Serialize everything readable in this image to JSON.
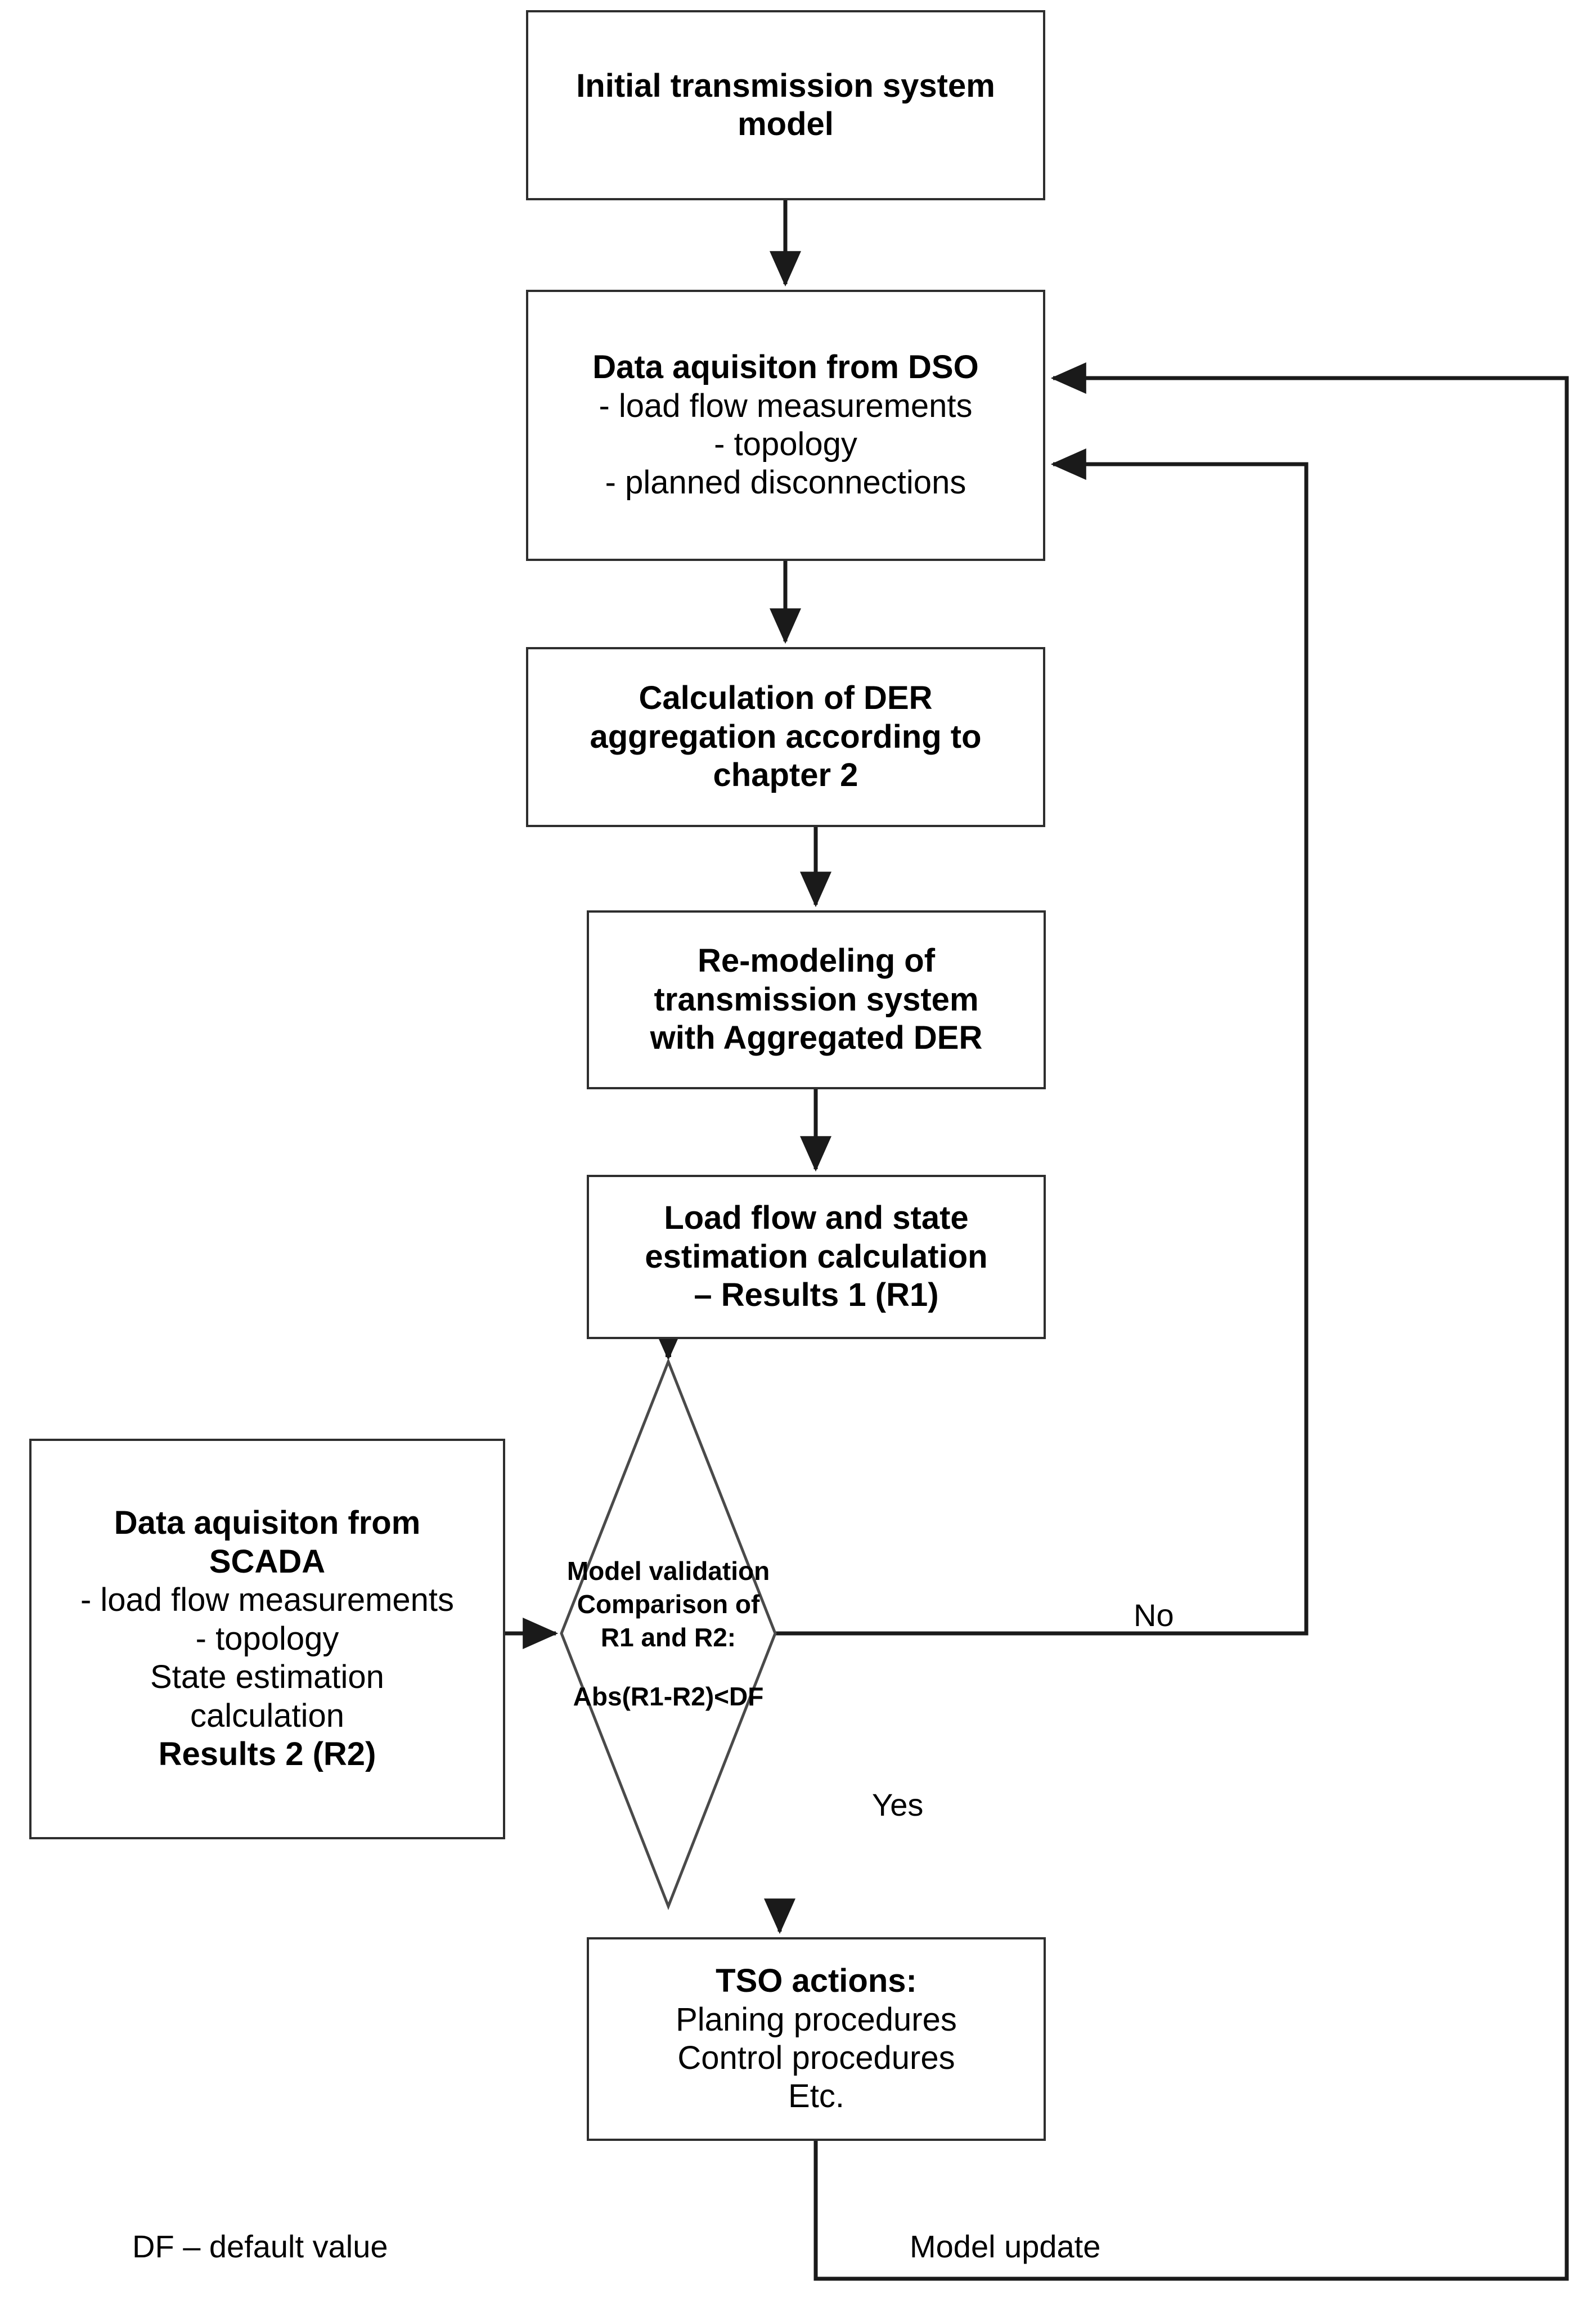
{
  "diagram": {
    "title": "TSO model validation flowchart with DER aggregation",
    "stroke_color": "#2e2e2e",
    "background_color": "#ffffff",
    "text_color": "#000000"
  },
  "nodes": {
    "initial_model": {
      "shape": "process",
      "lines": [
        {
          "text": "Initial transmission system",
          "bold": true
        },
        {
          "text": "model",
          "bold": true
        }
      ]
    },
    "dso": {
      "shape": "process",
      "lines": [
        {
          "text": "Data aquisiton from DSO",
          "bold": true
        },
        {
          "text": "- load flow measurements",
          "bold": false
        },
        {
          "text": "- topology",
          "bold": false
        },
        {
          "text": "- planned disconnections",
          "bold": false
        }
      ]
    },
    "der_calc": {
      "shape": "process",
      "lines": [
        {
          "text": "Calculation of DER",
          "bold": true
        },
        {
          "text": "aggregation according to",
          "bold": true
        },
        {
          "text": "chapter 2",
          "bold": true
        }
      ]
    },
    "remodeling": {
      "shape": "process",
      "lines": [
        {
          "text": "Re-modeling of",
          "bold": true
        },
        {
          "text": "transmission system",
          "bold": true
        },
        {
          "text": "with Aggregated DER",
          "bold": true
        }
      ]
    },
    "loadflow": {
      "shape": "process",
      "lines": [
        {
          "text": "Load flow and state",
          "bold": true
        },
        {
          "text": "estimation calculation",
          "bold": true
        },
        {
          "text": "– Results 1 (R1)",
          "bold": true
        }
      ]
    },
    "scada": {
      "shape": "process",
      "lines": [
        {
          "text": "Data aquisiton from",
          "bold": true
        },
        {
          "text": "SCADA",
          "bold": true
        },
        {
          "text": "- load flow measurements",
          "bold": false
        },
        {
          "text": "- topology",
          "bold": false
        },
        {
          "text": "State estimation",
          "bold": false
        },
        {
          "text": "calculation",
          "bold": false
        },
        {
          "text": "Results 2 (R2)",
          "bold": true
        }
      ]
    },
    "decision": {
      "shape": "diamond",
      "lines": [
        {
          "text": "Model validation",
          "bold": true
        },
        {
          "text": "Comparison of",
          "bold": true
        },
        {
          "text": "R1 and R2:",
          "bold": true
        },
        {
          "text": "",
          "bold": true
        },
        {
          "text": "Abs(R1-R2)<DF",
          "bold": true
        }
      ]
    },
    "tso": {
      "shape": "process",
      "lines": [
        {
          "text": "TSO actions:",
          "bold": true
        },
        {
          "text": "Planing procedures",
          "bold": false
        },
        {
          "text": "Control procedures",
          "bold": false
        },
        {
          "text": "Etc.",
          "bold": false
        }
      ]
    }
  },
  "edge_labels": {
    "no": "No",
    "yes": "Yes",
    "model_update": "Model update"
  },
  "legend": {
    "df_note": "DF – default value"
  }
}
